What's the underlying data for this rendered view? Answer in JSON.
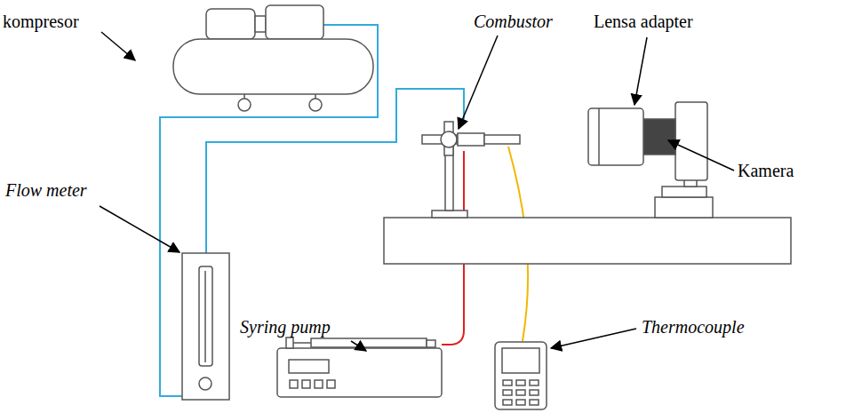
{
  "diagram": {
    "labels": [
      "kompresor",
      "Combustor",
      "Lensa adapter",
      "Kamera",
      "Flow meter",
      "Syring pump",
      "Thermocouple"
    ]
  }
}
